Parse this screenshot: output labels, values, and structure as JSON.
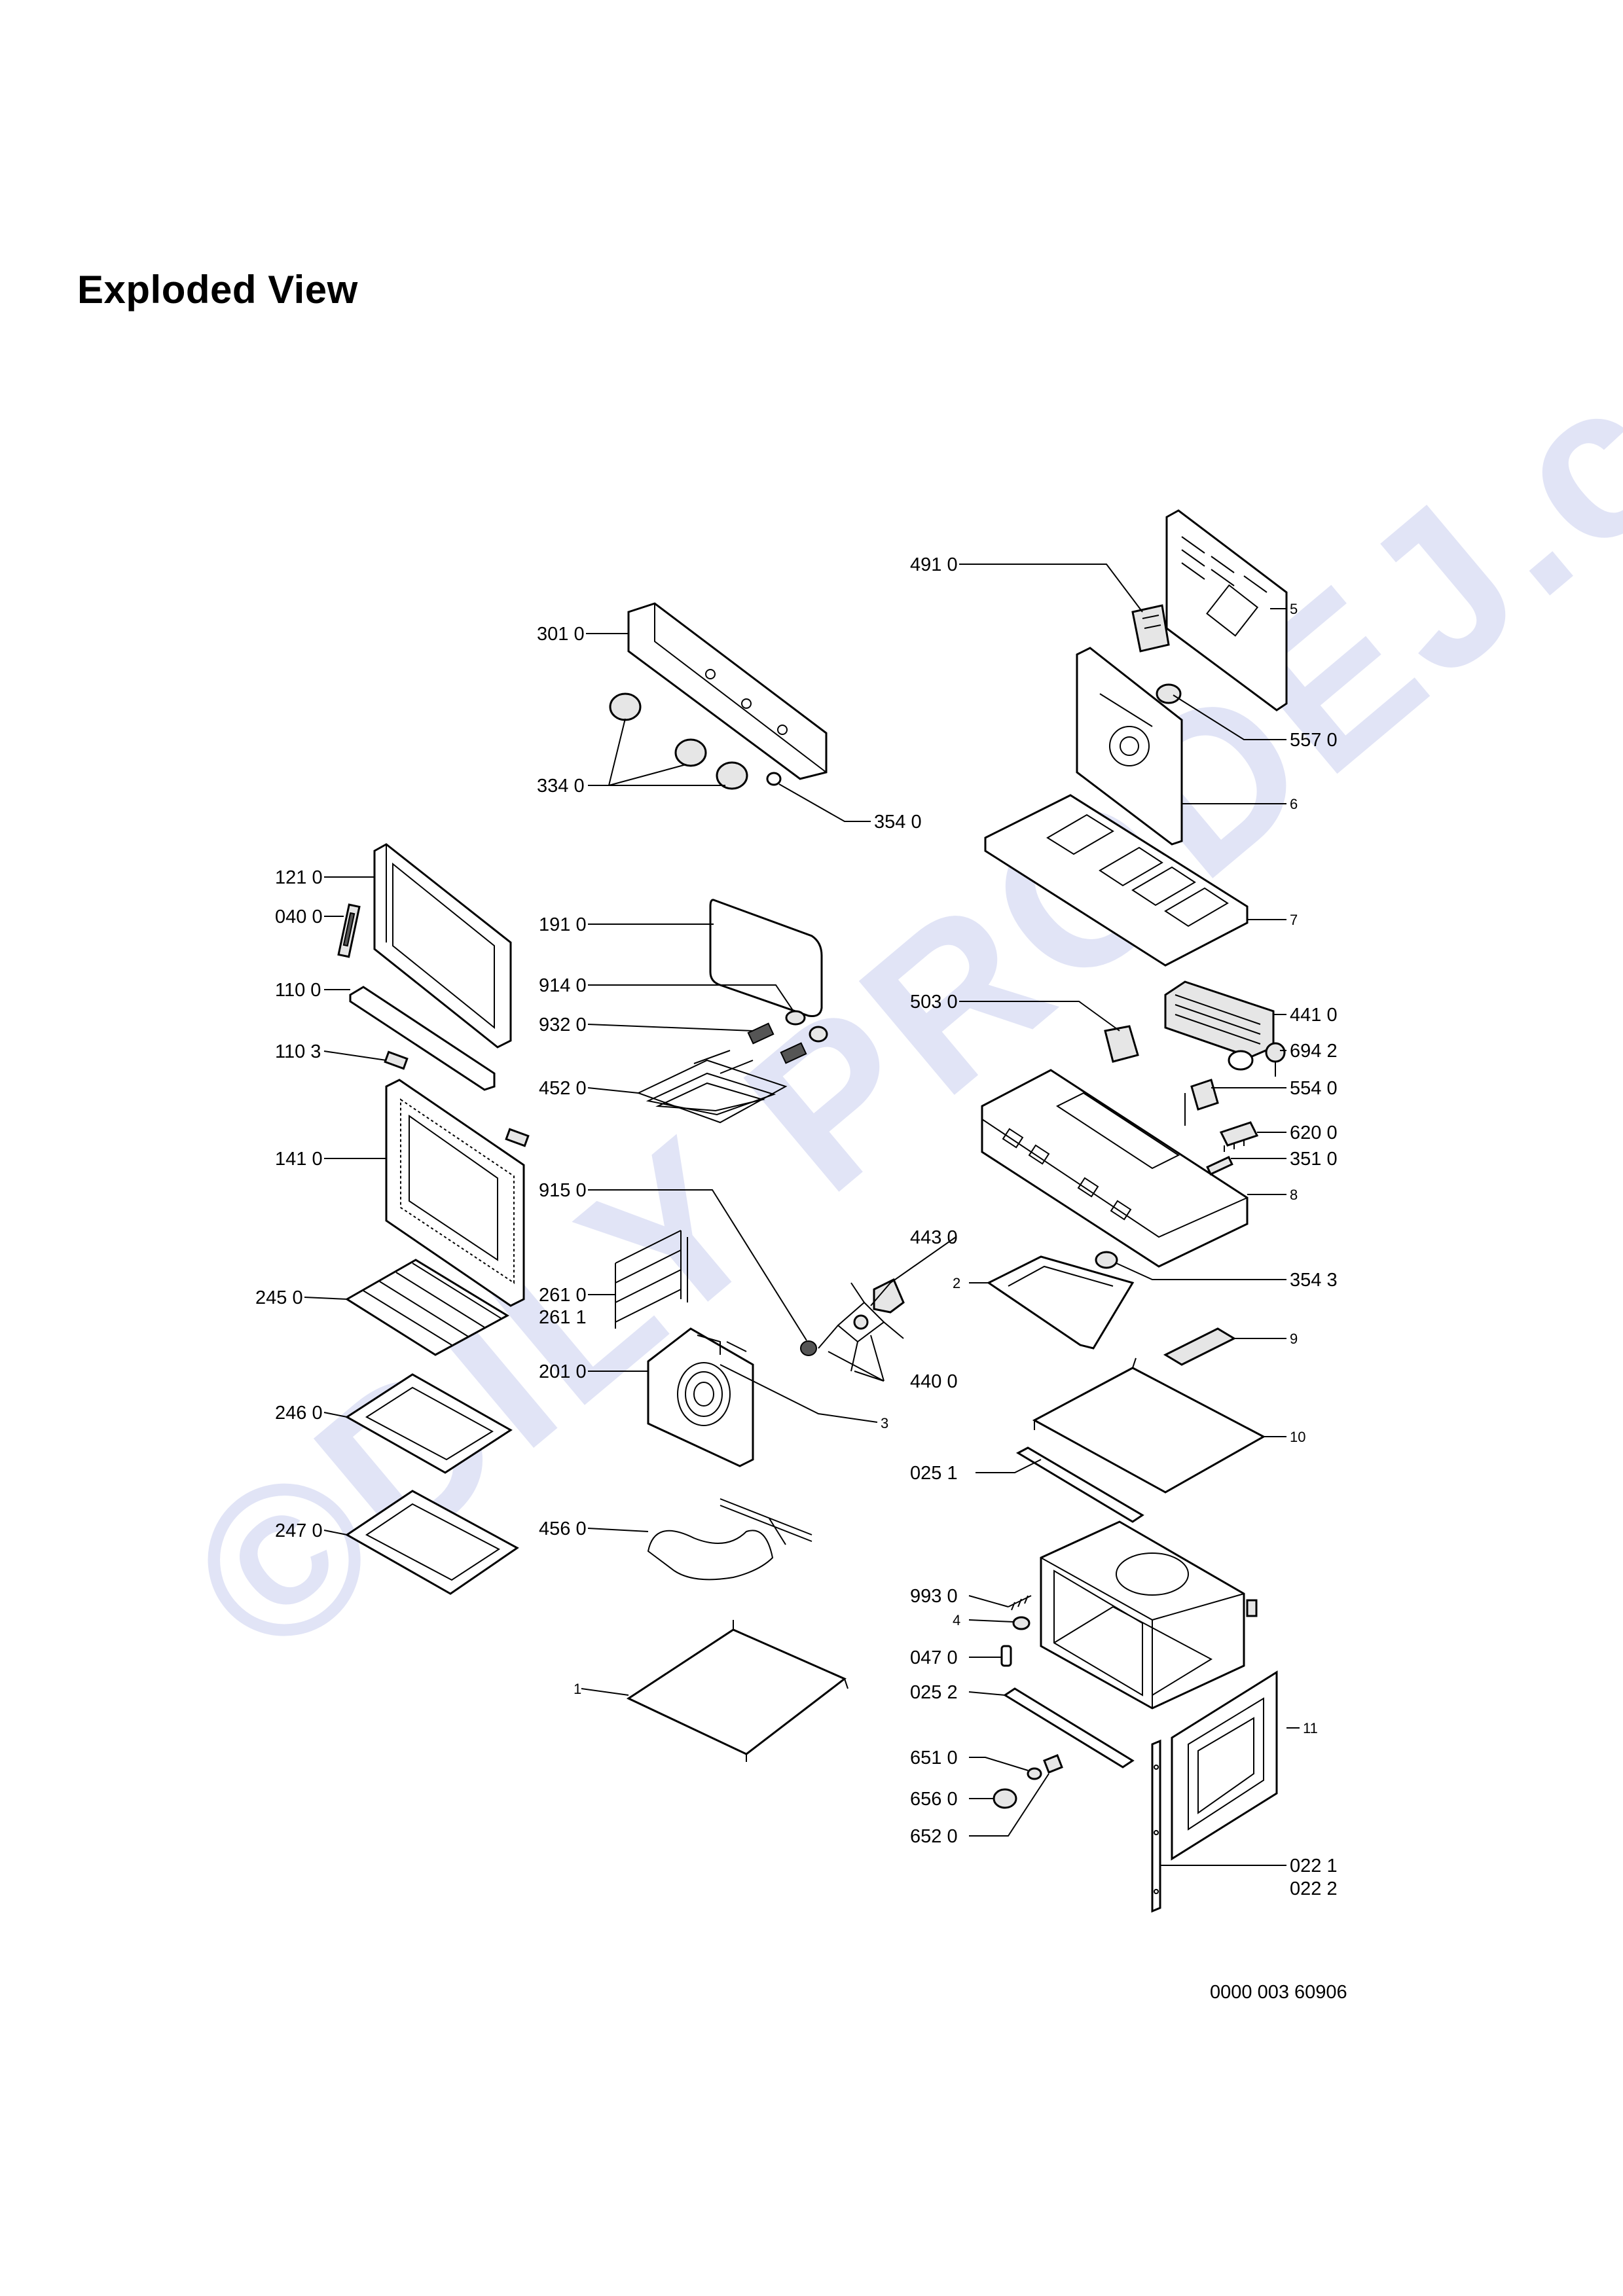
{
  "title": "Exploded View",
  "watermark": "©DILY PRODEJ.cz",
  "document_number": "0000 003 60906",
  "labels": {
    "l3010": "301 0",
    "l3340": "334 0",
    "l3540": "354 0",
    "l1210": "121 0",
    "l0400": "040 0",
    "l1100": "110 0",
    "l1103": "110 3",
    "l1410": "141 0",
    "l2450": "245 0",
    "l2460": "246 0",
    "l2470": "247 0",
    "l1910": "191 0",
    "l9140": "914 0",
    "l9320": "932 0",
    "l4520": "452 0",
    "l9150": "915 0",
    "l2610": "261 0",
    "l2611": "261 1",
    "l2010": "201 0",
    "l4560": "456 0",
    "l1": "1",
    "l3": "3",
    "l4910": "491 0",
    "l5": "5",
    "l5570": "557 0",
    "l6": "6",
    "l7": "7",
    "l5030": "503 0",
    "l4410": "441 0",
    "l6942": "694 2",
    "l5540": "554 0",
    "l6200": "620 0",
    "l3510": "351 0",
    "l8": "8",
    "l4430": "443 0",
    "l3543": "354 3",
    "l2": "2",
    "l4400": "440 0",
    "l9": "9",
    "l10": "10",
    "l0251": "025 1",
    "l9930": "993 0",
    "l4": "4",
    "l0470": "047 0",
    "l0252": "025 2",
    "l6510": "651 0",
    "l6560": "656 0",
    "l6520": "652 0",
    "l11": "11",
    "l0221": "022 1",
    "l0222": "022 2"
  }
}
